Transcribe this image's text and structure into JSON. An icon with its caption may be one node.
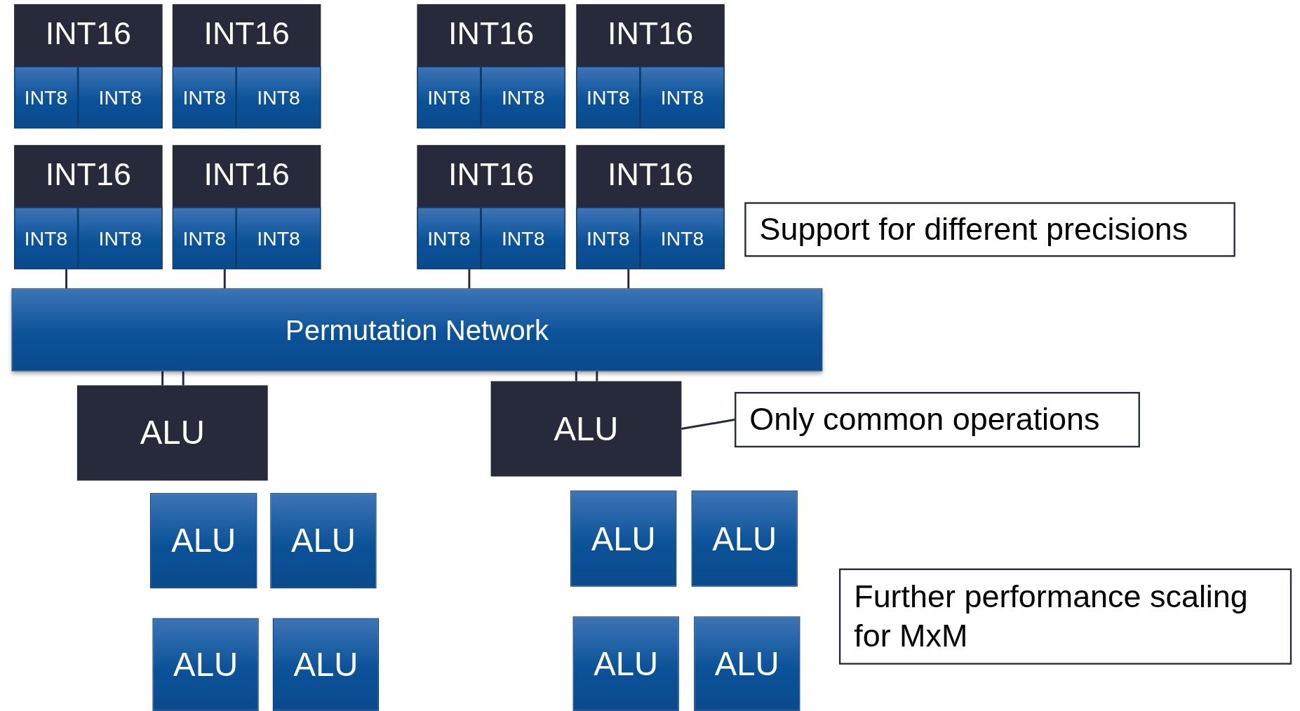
{
  "diagram": {
    "nodes": [
      {
        "text": [
          "INT16"
        ]
      },
      {
        "text": [
          "INT8"
        ],
        "in": 0
      },
      {
        "text": [
          "INT8"
        ],
        "in": 0
      },
      {
        "text": [
          "INT16"
        ]
      },
      {
        "text": [
          "INT8"
        ],
        "in": 3
      },
      {
        "text": [
          "INT8"
        ],
        "in": 3
      },
      {
        "text": [
          "INT16"
        ]
      },
      {
        "text": [
          "INT8"
        ],
        "in": 6
      },
      {
        "text": [
          "INT8"
        ],
        "in": 6
      },
      {
        "text": [
          "INT16"
        ]
      },
      {
        "text": [
          "INT8"
        ],
        "in": 9
      },
      {
        "text": [
          "INT8"
        ],
        "in": 9
      },
      {
        "text": [
          "INT16"
        ]
      },
      {
        "text": [
          "INT8"
        ],
        "in": 12
      },
      {
        "text": [
          "INT8"
        ],
        "in": 12
      },
      {
        "text": [
          "INT16"
        ]
      },
      {
        "text": [
          "INT8"
        ],
        "in": 15
      },
      {
        "text": [
          "INT8"
        ],
        "in": 15
      },
      {
        "text": [
          "INT16"
        ]
      },
      {
        "text": [
          "INT8"
        ],
        "in": 18
      },
      {
        "text": [
          "INT8"
        ],
        "in": 18
      },
      {
        "text": [
          "INT16"
        ]
      },
      {
        "text": [
          "INT8"
        ],
        "in": 21
      },
      {
        "text": [
          "INT8"
        ],
        "in": 21
      },
      {
        "text": [
          "Support for different precisions"
        ]
      },
      {
        "text": [
          "Permutation Network"
        ]
      },
      {
        "text": [
          "ALU"
        ]
      },
      {
        "text": [
          "ALU"
        ]
      },
      {
        "text": [
          "Only common operations"
        ]
      },
      {
        "text": [
          "ALU"
        ]
      },
      {
        "text": [
          "ALU"
        ]
      },
      {
        "text": [
          "ALU"
        ]
      },
      {
        "text": [
          "ALU"
        ]
      },
      {
        "text": [
          "Further performance scaling for MxM"
        ]
      },
      {
        "text": [
          "ALU"
        ]
      },
      {
        "text": [
          "ALU"
        ]
      },
      {
        "text": [
          "ALU"
        ]
      },
      {
        "text": [
          "ALU"
        ]
      }
    ],
    "edges": [
      {
        "from": 12,
        "to": 25,
        "arrow": "none"
      },
      {
        "from": 15,
        "to": 25,
        "arrow": "none"
      },
      {
        "from": 18,
        "to": 25,
        "arrow": "none"
      },
      {
        "from": 21,
        "to": 25,
        "arrow": "none"
      },
      {
        "from": 25,
        "to": 26,
        "arrow": "none"
      },
      {
        "from": 25,
        "to": 26,
        "arrow": "none"
      },
      {
        "from": 25,
        "to": 27,
        "arrow": "none"
      },
      {
        "from": 25,
        "to": 27,
        "arrow": "none"
      },
      {
        "from": 28,
        "to": 27,
        "arrow": "none"
      }
    ]
  }
}
